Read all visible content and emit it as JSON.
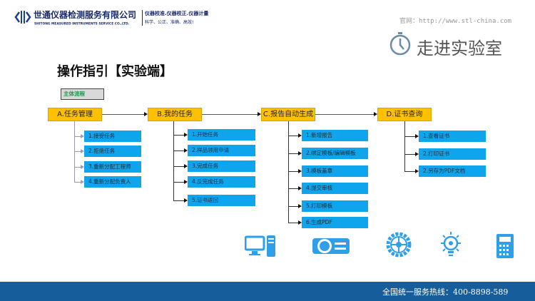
{
  "header": {
    "company_cn": "世通仪器检测服务有限公司",
    "company_en": "SHITONG MEASURED INSTRUMENTS SERVICE CO.,LTD.",
    "slogan1": "仪器校准.仪器校正.仪器计量",
    "slogan2": "科学、公正、准确、高效!",
    "website": "官网：http://www.stl-china.com",
    "section": "走进实验室"
  },
  "title": "操作指引【实验端】",
  "flow_label": "主体流程",
  "colors": {
    "primary": "#ffc000",
    "secondary": "#0ea5ec",
    "footer": "#165d9c"
  },
  "columns": [
    {
      "label": "A.任务管理",
      "items": [
        "1.接受任务",
        "2.拒绝任务",
        "3.重新分配工程师",
        "4.重新分配负责人"
      ]
    },
    {
      "label": "B.我的任务",
      "items": [
        "1.开始任务",
        "2.样品领用申请",
        "3.完成任务",
        "4.反完成任务",
        "5.证书返回"
      ]
    },
    {
      "label": "C.报告自动生成",
      "items": [
        "1.新增报告",
        "2.绑定模板/编辑模板",
        "3.模板盖章",
        "4.提交审核",
        "5.打印模板",
        "6.生成PDF"
      ]
    },
    {
      "label": "D.证书查询",
      "items": [
        "1.查看证书",
        "2.打印证书",
        "2.另存为PDF文档"
      ]
    }
  ],
  "icons": [
    "computer-icon",
    "projector-icon",
    "gear-icon",
    "lightbulb-icon",
    "calculator-icon"
  ],
  "footer": {
    "hotline": "全国统一服务热线：400-8898-589"
  }
}
